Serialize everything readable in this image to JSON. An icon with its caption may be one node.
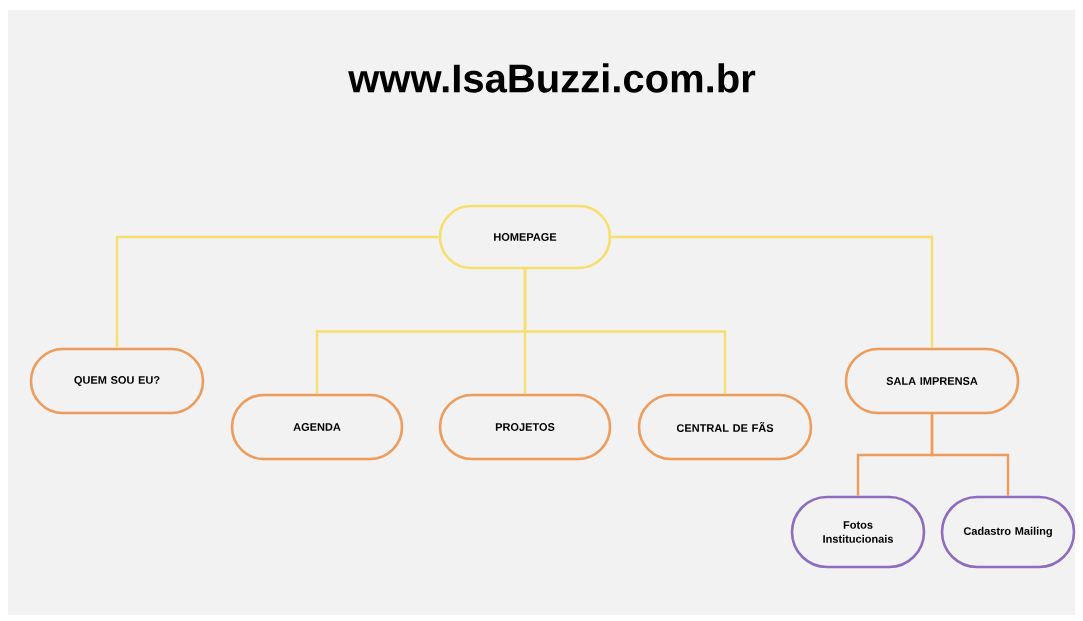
{
  "diagram": {
    "title": "www.IsaBuzzi.com.br",
    "nodes": [
      {
        "text": [
          "HOMEPAGE"
        ]
      },
      {
        "text": [
          "QUEM SOU EU?"
        ]
      },
      {
        "text": [
          "AGENDA"
        ]
      },
      {
        "text": [
          "PROJETOS"
        ]
      },
      {
        "text": [
          "CENTRAL DE FÃS"
        ]
      },
      {
        "text": [
          "SALA IMPRENSA"
        ]
      },
      {
        "text": [
          "Fotos Institucionais"
        ]
      },
      {
        "text": [
          "Cadastro Mailing"
        ]
      }
    ],
    "edges": [
      {
        "from": 0,
        "to": 1,
        "arrow": "none"
      },
      {
        "from": 0,
        "to": 2,
        "arrow": "none"
      },
      {
        "from": 0,
        "to": 3,
        "arrow": "none"
      },
      {
        "from": 0,
        "to": 4,
        "arrow": "none"
      },
      {
        "from": 0,
        "to": 5,
        "arrow": "none"
      },
      {
        "from": 5,
        "to": 6,
        "arrow": "none",
        "color": "#ee9c5c"
      },
      {
        "from": 5,
        "to": 7,
        "arrow": "none",
        "color": "#ee9c5c"
      }
    ]
  }
}
